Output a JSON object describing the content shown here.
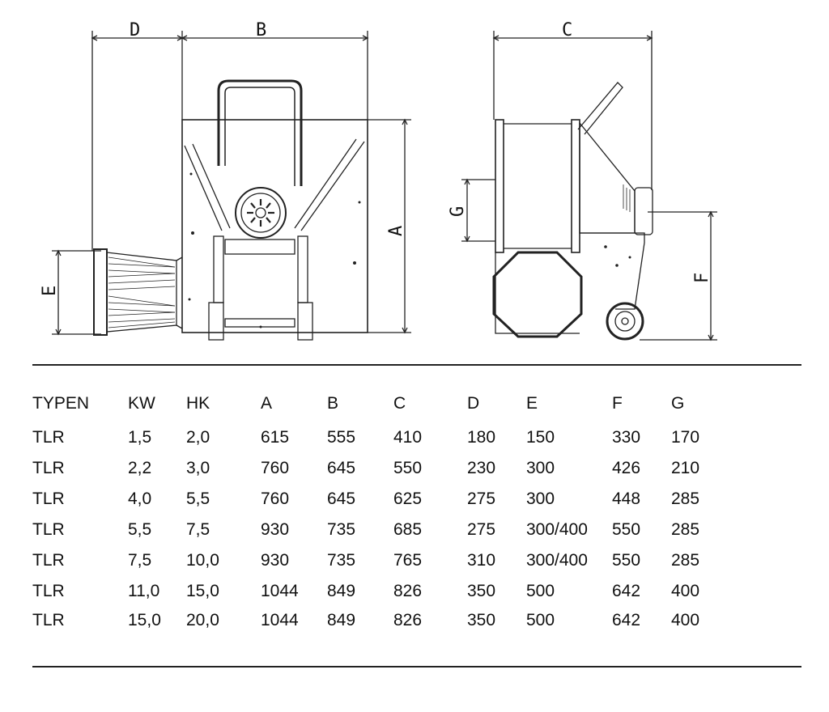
{
  "dimension_labels": {
    "A": "A",
    "B": "B",
    "C": "C",
    "D": "D",
    "E": "E",
    "F": "F",
    "G": "G"
  },
  "table": {
    "headers": [
      "TYPEN",
      "KW",
      "HK",
      "A",
      "B",
      "C",
      "D",
      "E",
      "F",
      "G"
    ],
    "rows": [
      [
        "TLR",
        "1,5",
        "2,0",
        "615",
        "555",
        "410",
        "180",
        "150",
        "330",
        "170"
      ],
      [
        "TLR",
        "2,2",
        "3,0",
        "760",
        "645",
        "550",
        "230",
        "300",
        "426",
        "210"
      ],
      [
        "TLR",
        "4,0",
        "5,5",
        "760",
        "645",
        "625",
        "275",
        "300",
        "448",
        "285"
      ],
      [
        "TLR",
        "5,5",
        "7,5",
        "930",
        "735",
        "685",
        "275",
        "300/400",
        "550",
        "285"
      ],
      [
        "TLR",
        "7,5",
        "10,0",
        "930",
        "735",
        "765",
        "310",
        "300/400",
        "550",
        "285"
      ],
      [
        "TLR",
        "11,0",
        "15,0",
        "1044",
        "849",
        "826",
        "350",
        "500",
        "642",
        "400"
      ],
      [
        "TLR",
        "15,0",
        "20,0",
        "1044",
        "849",
        "826",
        "350",
        "500",
        "642",
        "400"
      ]
    ]
  }
}
